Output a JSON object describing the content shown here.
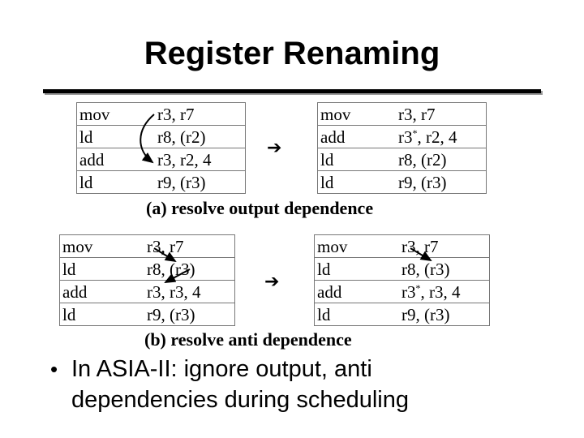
{
  "slide": {
    "title": "Register Renaming"
  },
  "figure_a": {
    "caption": "(a) resolve output dependence",
    "arrow_glyph": "➔",
    "before": [
      {
        "op": "mov",
        "args": "r3, r7"
      },
      {
        "op": "ld",
        "args": "r8, (r2)"
      },
      {
        "op": "add",
        "args": "r3, r2, 4"
      },
      {
        "op": "ld",
        "args": "r9, (r3)"
      }
    ],
    "after": [
      {
        "op": "mov",
        "args": "r3, r7"
      },
      {
        "op": "add",
        "args_pre": "r3",
        "sup": "*",
        "args_post": ", r2, 4"
      },
      {
        "op": "ld",
        "args": "r8, (r2)"
      },
      {
        "op": "ld",
        "args": "r9, (r3)"
      }
    ]
  },
  "figure_b": {
    "caption": "(b) resolve anti dependence",
    "arrow_glyph": "➔",
    "before": [
      {
        "op": "mov",
        "args": "r3, r7"
      },
      {
        "op": "ld",
        "args": "r8, (r3)"
      },
      {
        "op": "add",
        "args": "r3, r3, 4"
      },
      {
        "op": "ld",
        "args": "r9, (r3)"
      }
    ],
    "after": [
      {
        "op": "mov",
        "args": "r3, r7"
      },
      {
        "op": "ld",
        "args": "r8, (r3)"
      },
      {
        "op": "add",
        "args_pre": "r3",
        "sup": "*",
        "args_post": ", r3, 4"
      },
      {
        "op": "ld",
        "args": "r9, (r3)"
      }
    ]
  },
  "bullet": {
    "marker": "•",
    "line1": "In ASIA-II: ignore output, anti",
    "line2": "dependencies during scheduling"
  }
}
